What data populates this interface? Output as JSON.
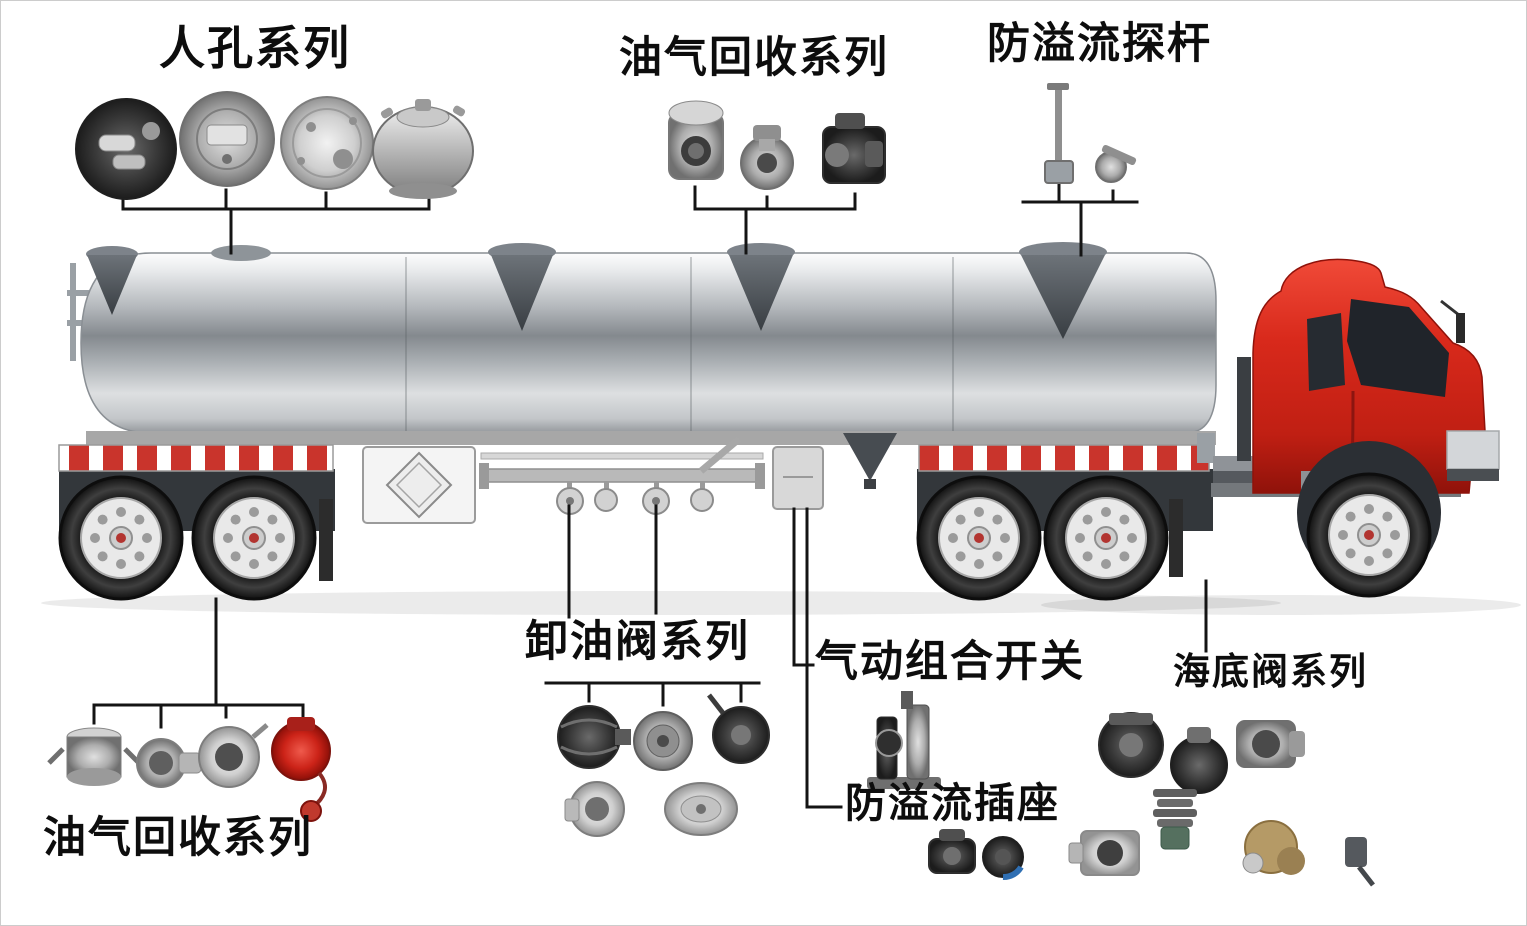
{
  "labels": {
    "manhole_series": "人孔系列",
    "vapor_recovery_top": "油气回收系列",
    "overflow_probe_rod": "防溢流探杆",
    "unloading_valve_series": "卸油阀系列",
    "pneumatic_combo_switch": "气动组合开关",
    "seabed_valve_series": "海底阀系列",
    "overflow_socket": "防溢流插座",
    "vapor_recovery_bottom": "油气回收系列"
  },
  "part_groups": [
    {
      "id": "manhole-parts",
      "label": "人孔系列",
      "item_count": 4
    },
    {
      "id": "vapor-recovery-top-parts",
      "label": "油气回收系列",
      "item_count": 3
    },
    {
      "id": "overflow-probe-parts",
      "label": "防溢流探杆",
      "item_count": 2
    },
    {
      "id": "vapor-recovery-bottom-parts",
      "label": "油气回收系列",
      "item_count": 4
    },
    {
      "id": "unloading-valve-parts",
      "label": "卸油阀系列",
      "item_count": 5
    },
    {
      "id": "pneumatic-switch-parts",
      "label": "气动组合开关",
      "item_count": 1
    },
    {
      "id": "overflow-socket-parts",
      "label": "防溢流插座",
      "item_count": 2
    },
    {
      "id": "seabed-valve-parts",
      "label": "海底阀系列",
      "item_count": 7
    }
  ],
  "colors": {
    "background": "#ffffff",
    "border": "#cccccc",
    "callout_line": "#141414",
    "label_text": "#0d0d0d",
    "cab_red": "#d8291b",
    "chassis_stripe_red": "#c9342c",
    "tank_silver": "#b4b8bc",
    "tire_black": "#151515",
    "hub_red": "#b23430",
    "accent_blue_part": "#2f6fb3",
    "accent_green_part": "#55705f",
    "accent_brass_part": "#b59a66"
  }
}
